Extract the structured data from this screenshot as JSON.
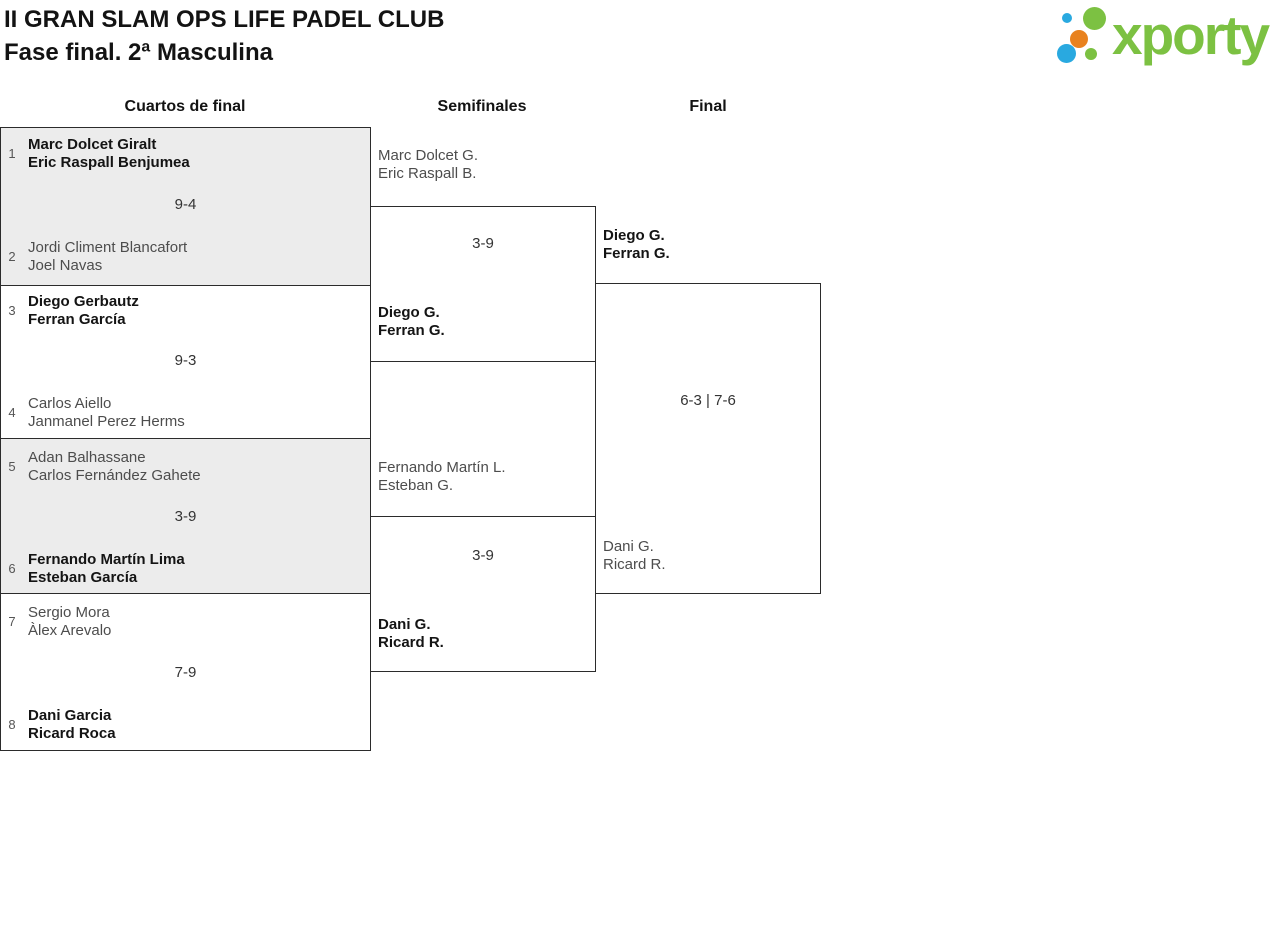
{
  "header": {
    "title": "II GRAN SLAM OPS LIFE PADEL CLUB",
    "subtitle": "Fase final. 2ª Masculina",
    "logo": {
      "wordmark": "xporty",
      "green": "#7cc142",
      "blue": "#29a9e0",
      "orange": "#e8821e"
    }
  },
  "column_headers": {
    "quarterfinals": "Cuartos de final",
    "semifinals": "Semifinales",
    "final": "Final"
  },
  "bracket": {
    "quarterfinals": [
      {
        "seed_top": "1",
        "team_top": [
          "Marc Dolcet Giralt",
          "Eric Raspall Benjumea"
        ],
        "top_winner": true,
        "score": "9-4",
        "seed_bottom": "2",
        "team_bottom": [
          "Jordi Climent Blancafort",
          "Joel Navas"
        ],
        "bottom_winner": false
      },
      {
        "seed_top": "3",
        "team_top": [
          "Diego Gerbautz",
          "Ferran García"
        ],
        "top_winner": true,
        "score": "9-3",
        "seed_bottom": "4",
        "team_bottom": [
          "Carlos Aiello",
          "Janmanel Perez Herms"
        ],
        "bottom_winner": false
      },
      {
        "seed_top": "5",
        "team_top": [
          "Adan Balhassane",
          "Carlos Fernández Gahete"
        ],
        "top_winner": false,
        "score": "3-9",
        "seed_bottom": "6",
        "team_bottom": [
          "Fernando Martín Lima",
          "Esteban García"
        ],
        "bottom_winner": true
      },
      {
        "seed_top": "7",
        "team_top": [
          "Sergio Mora",
          "Àlex Arevalo"
        ],
        "top_winner": false,
        "score": "7-9",
        "seed_bottom": "8",
        "team_bottom": [
          "Dani Garcia",
          "Ricard Roca"
        ],
        "bottom_winner": true
      }
    ],
    "semifinals": [
      {
        "team_top": [
          "Marc Dolcet G.",
          "Eric Raspall B."
        ],
        "top_winner": false,
        "score": "3-9",
        "team_bottom": [
          "Diego G.",
          "Ferran G."
        ],
        "bottom_winner": true
      },
      {
        "team_top": [
          "Fernando Martín L.",
          "Esteban G."
        ],
        "top_winner": false,
        "score": "3-9",
        "team_bottom": [
          "Dani G.",
          "Ricard R."
        ],
        "bottom_winner": true
      }
    ],
    "final": {
      "team_top": [
        "Diego G.",
        "Ferran G."
      ],
      "top_winner": true,
      "score": "6-3 | 7-6",
      "team_bottom": [
        "Dani G.",
        "Ricard R."
      ],
      "bottom_winner": false
    }
  }
}
